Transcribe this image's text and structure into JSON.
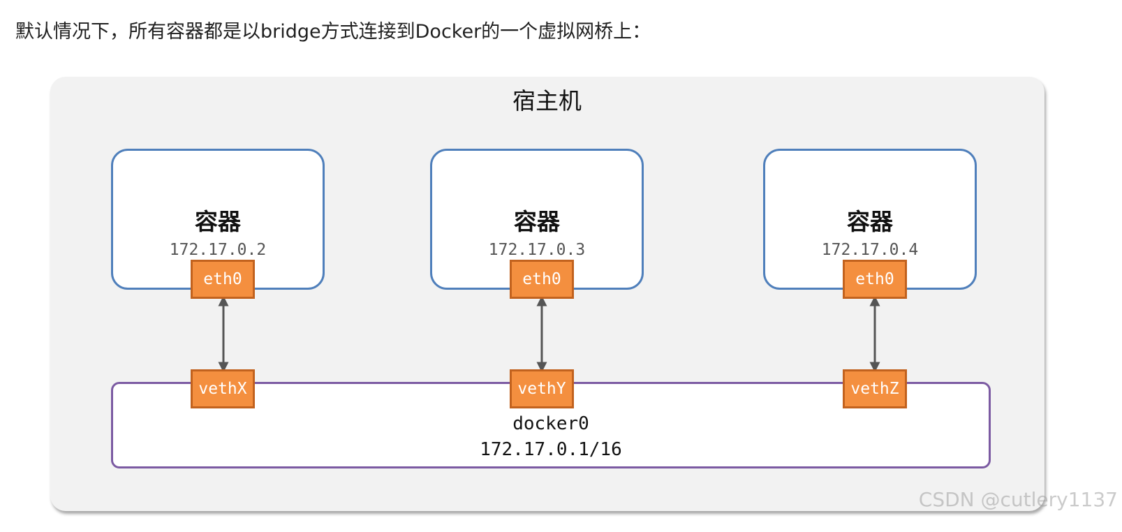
{
  "caption": "默认情况下，所有容器都是以bridge方式连接到Docker的一个虚拟网桥上：",
  "host": {
    "title": "宿主机"
  },
  "containers": [
    {
      "title": "容器",
      "ip": "172.17.0.2",
      "iface": "eth0",
      "veth": "vethX"
    },
    {
      "title": "容器",
      "ip": "172.17.0.3",
      "iface": "eth0",
      "veth": "vethY"
    },
    {
      "title": "容器",
      "ip": "172.17.0.4",
      "iface": "eth0",
      "veth": "vethZ"
    }
  ],
  "bridge": {
    "name": "docker0",
    "ip": "172.17.0.1/16"
  },
  "watermark": "CSDN @cutlery1137",
  "colors": {
    "host_bg": "#f2f2f2",
    "container_border": "#4f7fbb",
    "iface_fill": "#f48f3f",
    "iface_border": "#c2621e",
    "bridge_border": "#7b5aa2",
    "link": "#555555"
  }
}
